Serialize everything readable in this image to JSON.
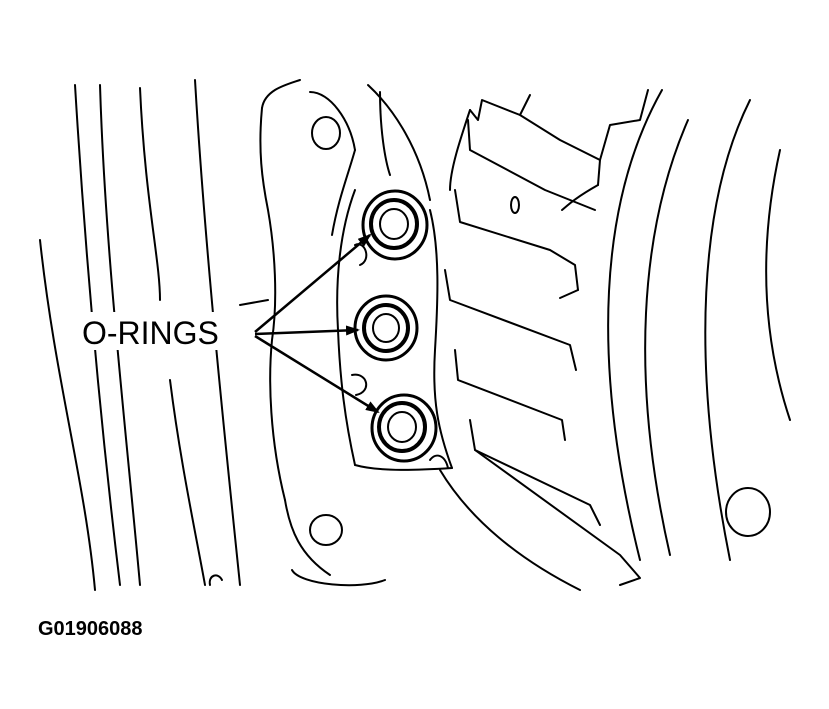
{
  "callout": {
    "label": "O-RINGS"
  },
  "figure": {
    "id": "G01906088"
  },
  "parts": {
    "o_ring_count": 3
  },
  "colors": {
    "ink": "#000000",
    "paper": "#ffffff"
  }
}
